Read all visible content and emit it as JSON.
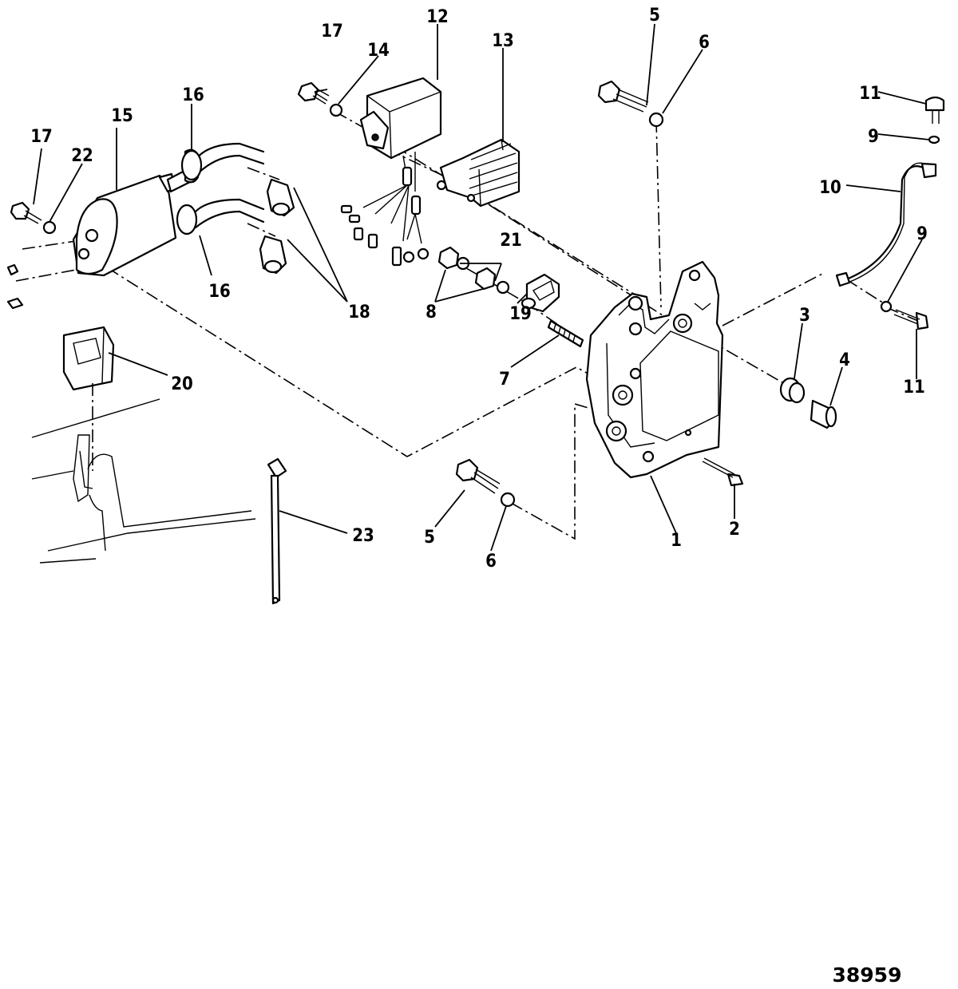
{
  "figure_number": "38959",
  "callouts": [
    {
      "id": "c1",
      "label": "1"
    },
    {
      "id": "c2",
      "label": "2"
    },
    {
      "id": "c3",
      "label": "3"
    },
    {
      "id": "c4",
      "label": "4"
    },
    {
      "id": "c5a",
      "label": "5"
    },
    {
      "id": "c5b",
      "label": "5"
    },
    {
      "id": "c6a",
      "label": "6"
    },
    {
      "id": "c6b",
      "label": "6"
    },
    {
      "id": "c7",
      "label": "7"
    },
    {
      "id": "c8",
      "label": "8"
    },
    {
      "id": "c9a",
      "label": "9"
    },
    {
      "id": "c9b",
      "label": "9"
    },
    {
      "id": "c10",
      "label": "10"
    },
    {
      "id": "c11a",
      "label": "11"
    },
    {
      "id": "c11b",
      "label": "11"
    },
    {
      "id": "c12",
      "label": "12"
    },
    {
      "id": "c13",
      "label": "13"
    },
    {
      "id": "c14",
      "label": "14"
    },
    {
      "id": "c15",
      "label": "15"
    },
    {
      "id": "c16a",
      "label": "16"
    },
    {
      "id": "c16b",
      "label": "16"
    },
    {
      "id": "c17a",
      "label": "17"
    },
    {
      "id": "c17b",
      "label": "17"
    },
    {
      "id": "c18",
      "label": "18"
    },
    {
      "id": "c19",
      "label": "19"
    },
    {
      "id": "c20",
      "label": "20"
    },
    {
      "id": "c21",
      "label": "21"
    },
    {
      "id": "c22",
      "label": "22"
    },
    {
      "id": "c23",
      "label": "23"
    }
  ]
}
